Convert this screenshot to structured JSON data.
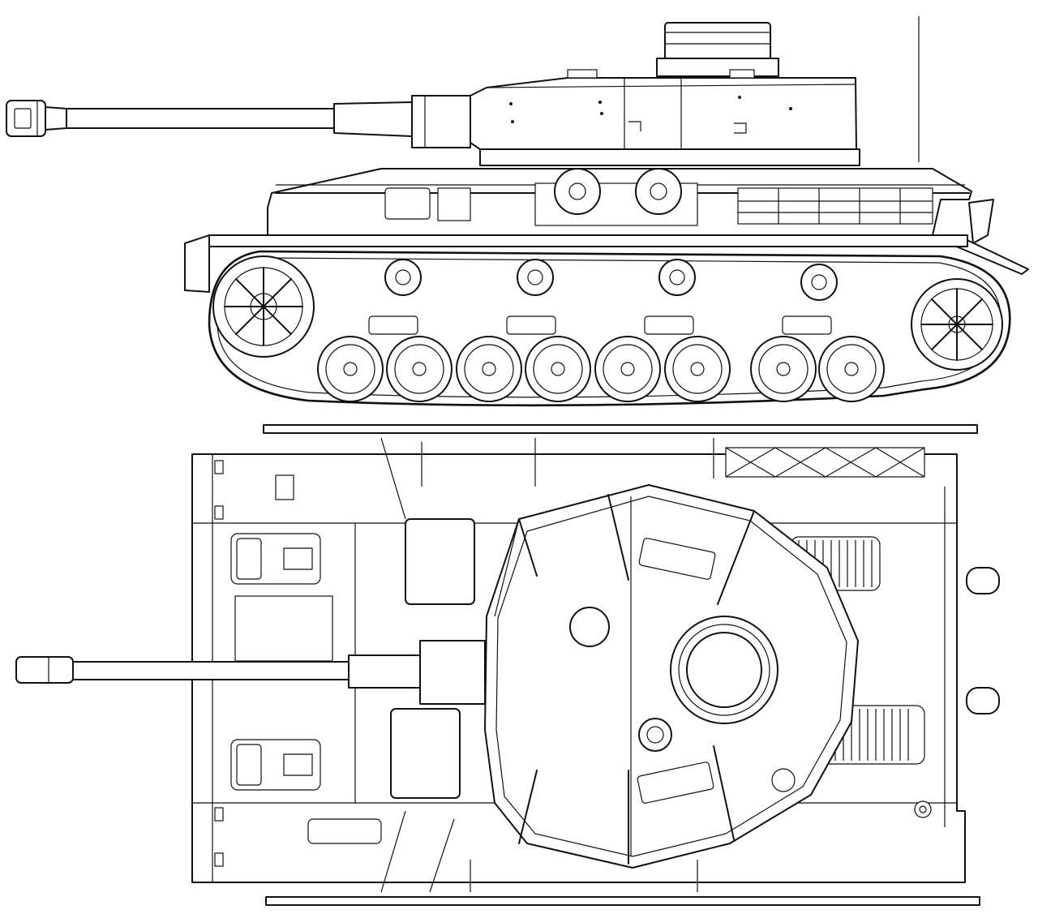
{
  "drawing": {
    "subject": "tank-line-drawing",
    "views": [
      "side-view",
      "top-view"
    ]
  },
  "colors": {
    "line": "#111111",
    "background": "#ffffff"
  },
  "wheels": {
    "road_wheel_count": 8,
    "return_roller_count": 4
  }
}
